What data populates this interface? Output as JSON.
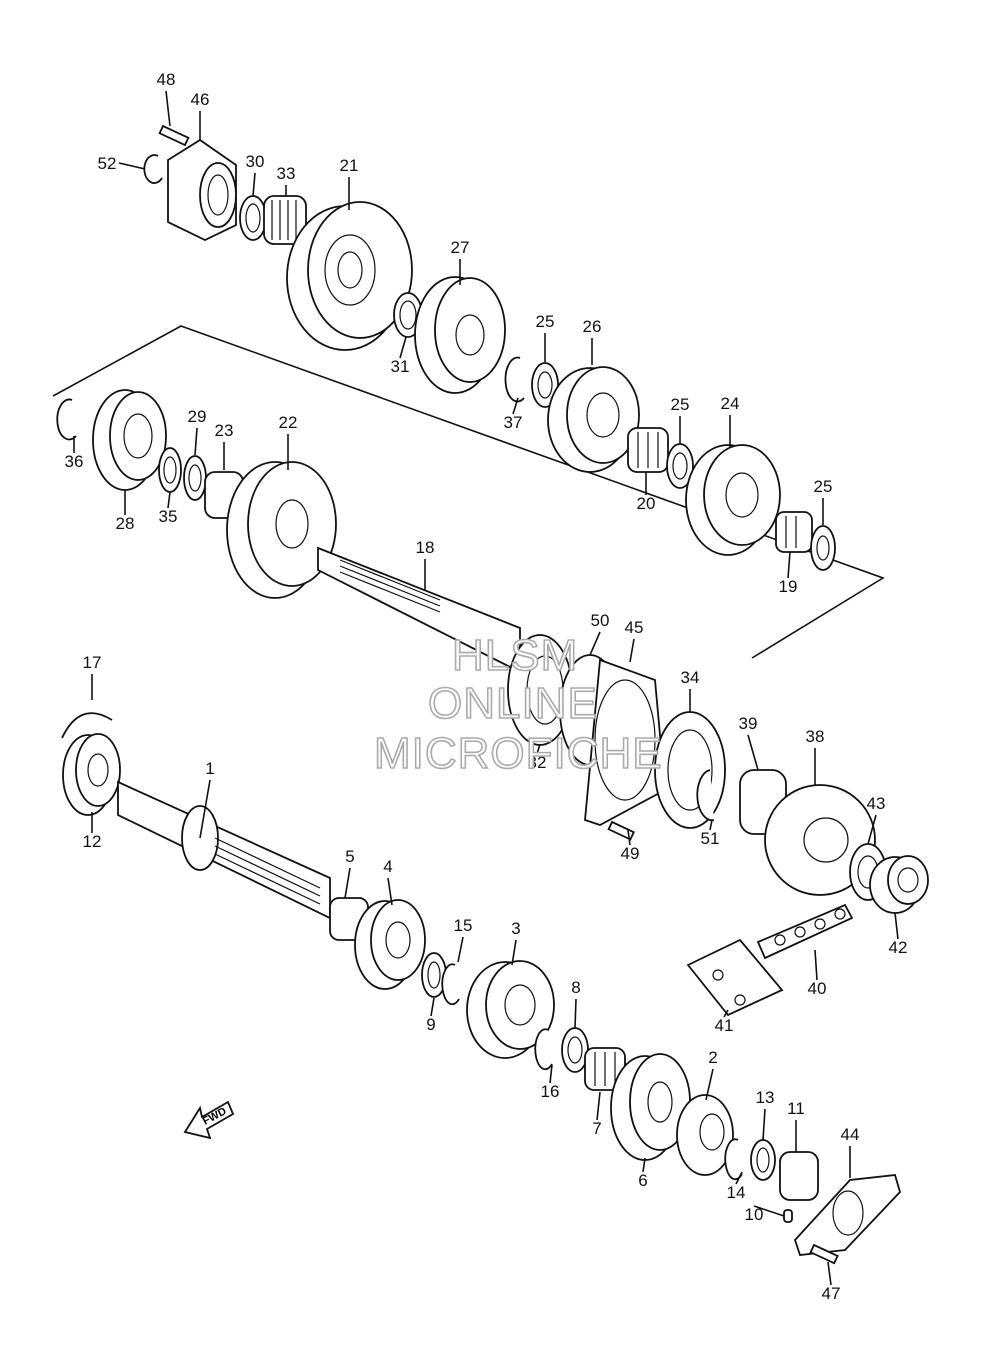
{
  "callouts": [
    "1",
    "2",
    "3",
    "4",
    "5",
    "6",
    "7",
    "8",
    "9",
    "10",
    "11",
    "12",
    "13",
    "14",
    "15",
    "16",
    "17",
    "18",
    "19",
    "20",
    "21",
    "22",
    "23",
    "24",
    "25",
    "25",
    "25",
    "26",
    "27",
    "28",
    "29",
    "30",
    "31",
    "32",
    "33",
    "34",
    "35",
    "36",
    "37",
    "38",
    "39",
    "40",
    "41",
    "42",
    "43",
    "44",
    "45",
    "46",
    "47",
    "48",
    "49",
    "50",
    "51",
    "52"
  ],
  "fwd_label": "FWD",
  "watermark": [
    "HLSM",
    "ONLINE",
    "MICROFICHE"
  ]
}
